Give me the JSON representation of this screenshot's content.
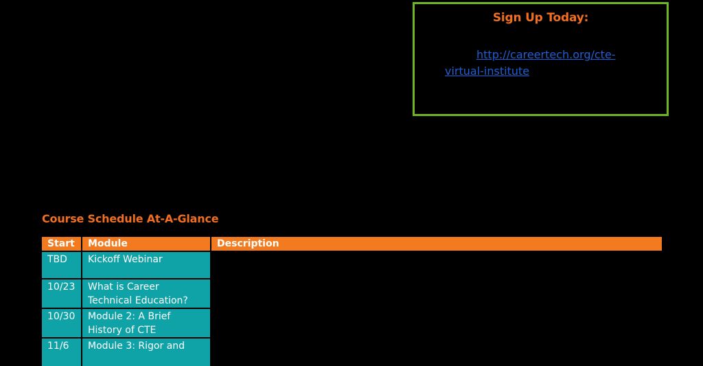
{
  "signup": {
    "title": "Sign Up Today:",
    "link_text": "http://careertech.org/cte-virtual-institute"
  },
  "schedule": {
    "title": "Course Schedule At-A-Glance",
    "headers": [
      "Start",
      "Module",
      "Description"
    ],
    "rows": [
      {
        "start": "TBD",
        "module": "Kickoff Webinar",
        "description": ""
      },
      {
        "start": "10/23",
        "module": "What is Career Technical Education?",
        "description": ""
      },
      {
        "start": "10/30",
        "module": "Module 2: A Brief History of CTE",
        "description": ""
      },
      {
        "start": "11/6",
        "module": "Module 3: Rigor and",
        "description": ""
      }
    ]
  },
  "colors": {
    "accent_orange": "#f47a20",
    "teal": "#0fa2a6",
    "box_border_green": "#6fb623",
    "link_blue": "#1f5fd6",
    "background": "#000000"
  }
}
